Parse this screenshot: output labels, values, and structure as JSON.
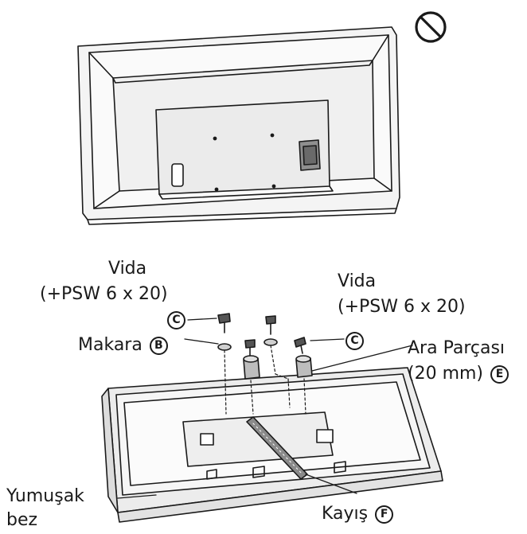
{
  "labels": {
    "screw_left_name": "Vida",
    "screw_left_spec": "(+PSW 6 x 20)",
    "screw_right_name": "Vida",
    "screw_right_spec": "(+PSW 6 x 20)",
    "pulley": "Makara",
    "spacer_line1": "Ara Parçası",
    "spacer_line2": "(20 mm)",
    "soft_cloth_line1": "Yumuşak",
    "soft_cloth_line2": "bez",
    "belt": "Kayış"
  },
  "part_letters": {
    "screw": "C",
    "pulley": "B",
    "spacer": "E",
    "belt": "F"
  },
  "icons": {
    "prohibited": "prohibited-icon"
  },
  "colors": {
    "line": "#1a1a1a",
    "fill_light": "#f2f2f2",
    "fill_mid": "#d8d8d8",
    "fill_dark": "#9a9a9a"
  }
}
